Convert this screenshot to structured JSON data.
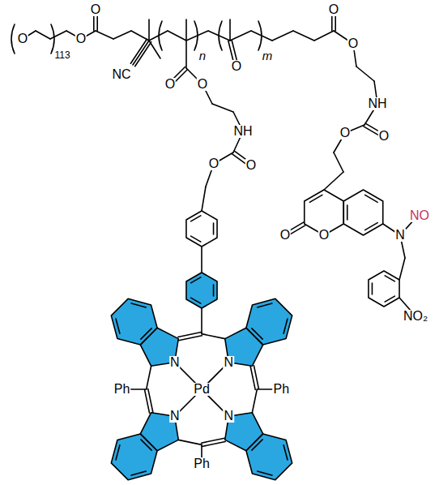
{
  "diagram": {
    "labels": [
      "O",
      "113",
      "O",
      "O",
      "NC",
      "n",
      "O",
      "m",
      "O",
      "O",
      "O",
      "O",
      "NH",
      "O",
      "O",
      "NH",
      "O",
      "O",
      "O",
      "O",
      "N",
      "NO",
      "NO₂",
      "Pd",
      "N",
      "N",
      "N",
      "N",
      "Ph",
      "Ph",
      "Ph"
    ]
  }
}
